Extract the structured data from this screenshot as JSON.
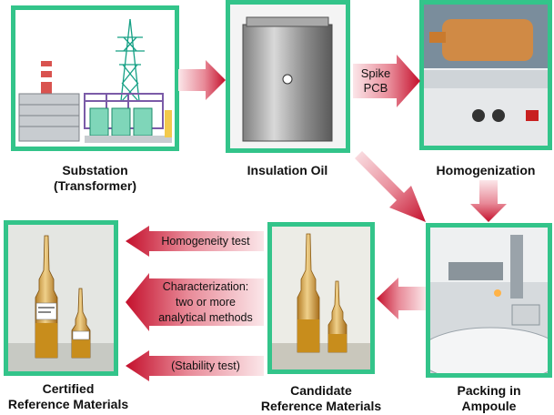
{
  "steps": {
    "substation": {
      "line1": "Substation",
      "line2": "(Transformer)"
    },
    "insulation_oil": {
      "label": "Insulation Oil"
    },
    "homogenization": {
      "label": "Homogenization"
    },
    "packing": {
      "line1": "Packing in",
      "line2": "Ampoule"
    },
    "candidate": {
      "line1": "Candidate",
      "line2": "Reference Materials"
    },
    "certified": {
      "line1": "Certified",
      "line2": "Reference Materials"
    }
  },
  "arrow_labels": {
    "spike": {
      "line1": "Spike",
      "line2": "PCB"
    },
    "homogeneity_test": "Homogeneity test",
    "characterization": {
      "line1": "Characterization:",
      "line2": "two or more",
      "line3": "analytical methods"
    },
    "stability_test": "(Stability test)"
  },
  "colors": {
    "frame": "#33c48a",
    "arrow_dark": "#c4102c",
    "arrow_light": "#f7d6da",
    "oil": "#c88d1c"
  }
}
